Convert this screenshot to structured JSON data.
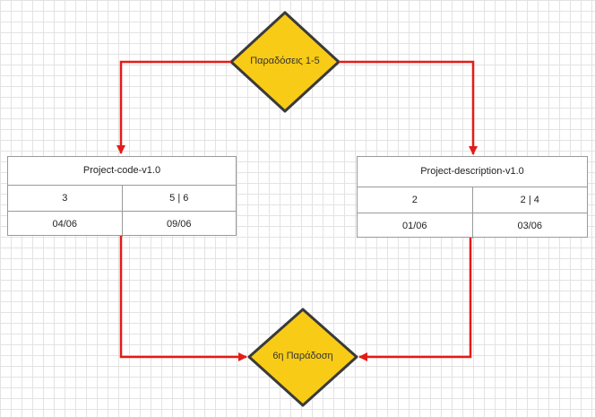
{
  "top_decision": {
    "label": "Παραδόσεις 1-5"
  },
  "bottom_decision": {
    "label": "6η Παράδοση"
  },
  "left_table": {
    "title": "Project-code-v1.0",
    "rows": [
      [
        "3",
        "5 | 6"
      ],
      [
        "04/06",
        "09/06"
      ]
    ]
  },
  "right_table": {
    "title": "Project-description-v1.0",
    "rows": [
      [
        "2",
        "2 | 4"
      ],
      [
        "01/06",
        "03/06"
      ]
    ]
  },
  "colors": {
    "diamond_fill": "#f8cb16",
    "diamond_stroke": "#3a3a3a",
    "connector": "#e41b17",
    "grid": "#e3e3e3",
    "table_border": "#9a9a9a"
  }
}
